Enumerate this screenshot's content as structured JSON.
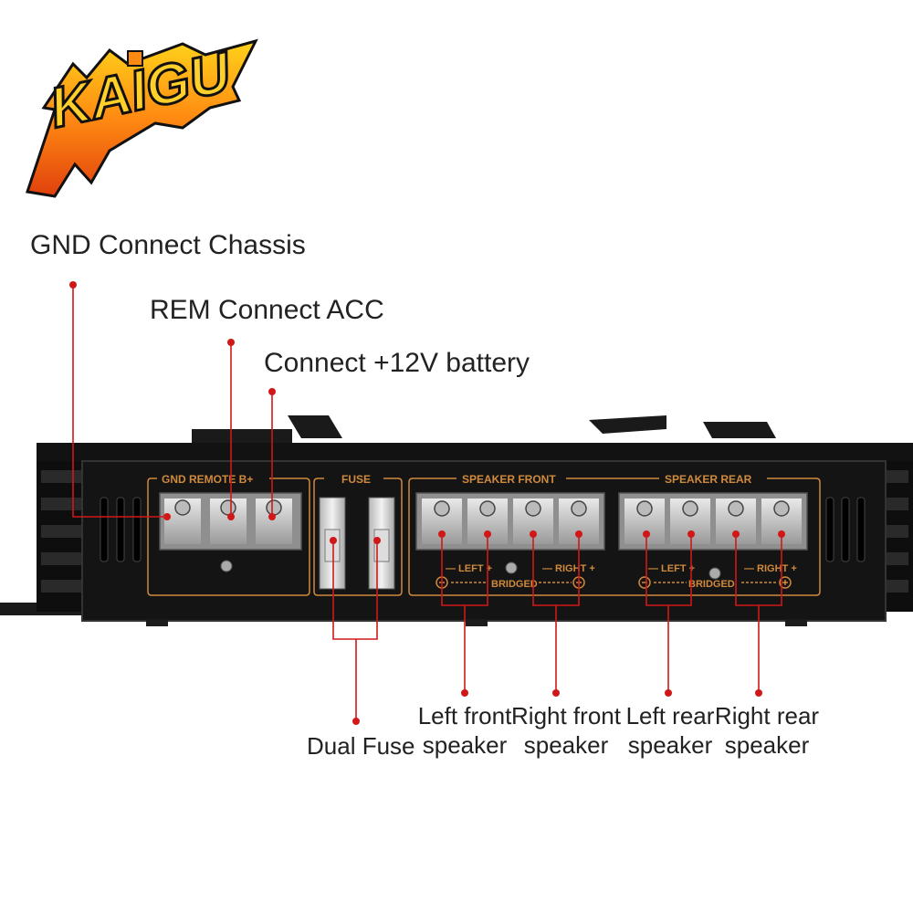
{
  "logo": {
    "text": "KAIGU"
  },
  "callouts": {
    "gnd": "GND Connect Chassis",
    "rem": "REM Connect ACC",
    "bplus": "Connect +12V battery",
    "dual_fuse": "Dual Fuse",
    "left_front": [
      "Left front",
      "speaker"
    ],
    "right_front": [
      "Right front",
      "speaker"
    ],
    "left_rear": [
      "Left rear",
      "speaker"
    ],
    "right_rear": [
      "Right rear",
      "speaker"
    ]
  },
  "panel": {
    "power_header": "GND REMOTE B+",
    "fuse_header": "FUSE",
    "front_header": "SPEAKER FRONT",
    "rear_header": "SPEAKER REAR",
    "left": "LEFT",
    "right": "RIGHT",
    "bridged": "BRIDGED",
    "plus": "+",
    "minus": "−"
  },
  "colors": {
    "accent_red": "#d01818",
    "panel_orange": "#d08a3c",
    "chassis": "#141414"
  }
}
